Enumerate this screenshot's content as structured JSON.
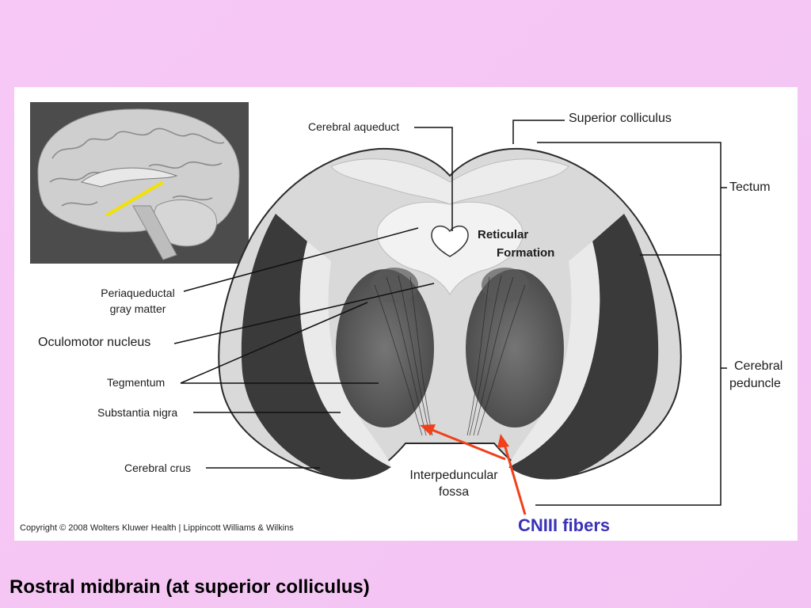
{
  "labels": {
    "cerebral_aqueduct": "Cerebral aqueduct",
    "superior_colliculus": "Superior colliculus",
    "tectum": "Tectum",
    "reticular_formation_line1": "Reticular",
    "reticular_formation_line2": "Formation",
    "periaqueductal_line1": "Periaqueductal",
    "periaqueductal_line2": "gray matter",
    "oculomotor_nucleus": "Oculomotor nucleus",
    "tegmentum": "Tegmentum",
    "substantia_nigra": "Substantia nigra",
    "cerebral_crus": "Cerebral crus",
    "cerebral_peduncle_line1": "Cerebral",
    "cerebral_peduncle_line2": "peduncle",
    "interpeduncular_line1": "Interpeduncular",
    "interpeduncular_line2": "fossa"
  },
  "annotation": {
    "cniii_fibers": "CNIII fibers",
    "arrow_color": "#f0401c",
    "text_color": "#3a32b8"
  },
  "copyright": "Copyright © 2008 Wolters Kluwer Health | Lippincott Williams & Wilkins",
  "slide_title": "Rostral midbrain (at superior colliculus)",
  "colors": {
    "background": "#f5c6f4",
    "panel": "#ffffff",
    "section_line": "#f2e200"
  }
}
